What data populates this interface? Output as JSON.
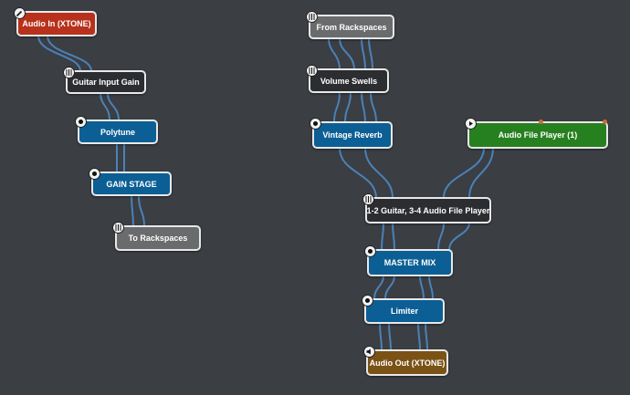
{
  "nodes": {
    "audio_in": "Audio In (XTONE)",
    "guitar_input_gain": "Guitar Input Gain",
    "polytune": "Polytune",
    "gain_stage": "GAIN STAGE",
    "to_rackspaces": "To Rackspaces",
    "from_rackspaces": "From Rackspaces",
    "volume_swells": "Volume Swells",
    "vintage_reverb": "Vintage Reverb",
    "audio_file_player": "Audio File Player (1)",
    "mixer": "1-2 Guitar, 3-4 Audio File Player",
    "master_mix": "MASTER MIX",
    "limiter": "Limiter",
    "audio_out": "Audio Out (XTONE)"
  },
  "colors": {
    "background": "#3b3e43",
    "wire": "#4a82b8",
    "input_node": "#b8311c",
    "gain_node": "#2c2d31",
    "plugin_node": "#0c5f95",
    "rackspace_node": "#6a6b6d",
    "player_node": "#27801f",
    "output_node": "#7a5216"
  },
  "icons": {
    "audio_in": "pencil-icon",
    "gain": "sliders-icon",
    "plugin": "plugin-icon",
    "player": "play-icon",
    "output": "speaker-icon"
  }
}
